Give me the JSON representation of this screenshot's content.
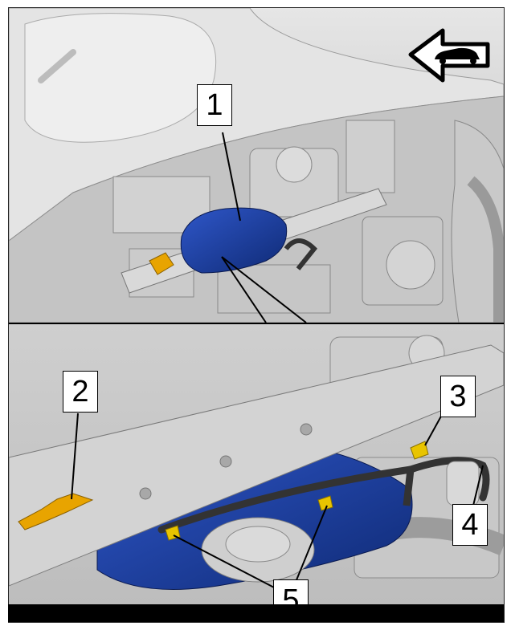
{
  "figure": {
    "callouts": [
      {
        "id": "1",
        "label": "1"
      },
      {
        "id": "2",
        "label": "2"
      },
      {
        "id": "3",
        "label": "3"
      },
      {
        "id": "4",
        "label": "4"
      },
      {
        "id": "5",
        "label": "5"
      }
    ],
    "direction_icon": "arrow-left-car-icon",
    "colors": {
      "component_blue": "#1e3a8a",
      "connector_yellow": "#e8c400",
      "bracket_orange": "#e8a400",
      "hose_dark": "#333333",
      "background_gray": "#d6d6d6"
    }
  }
}
